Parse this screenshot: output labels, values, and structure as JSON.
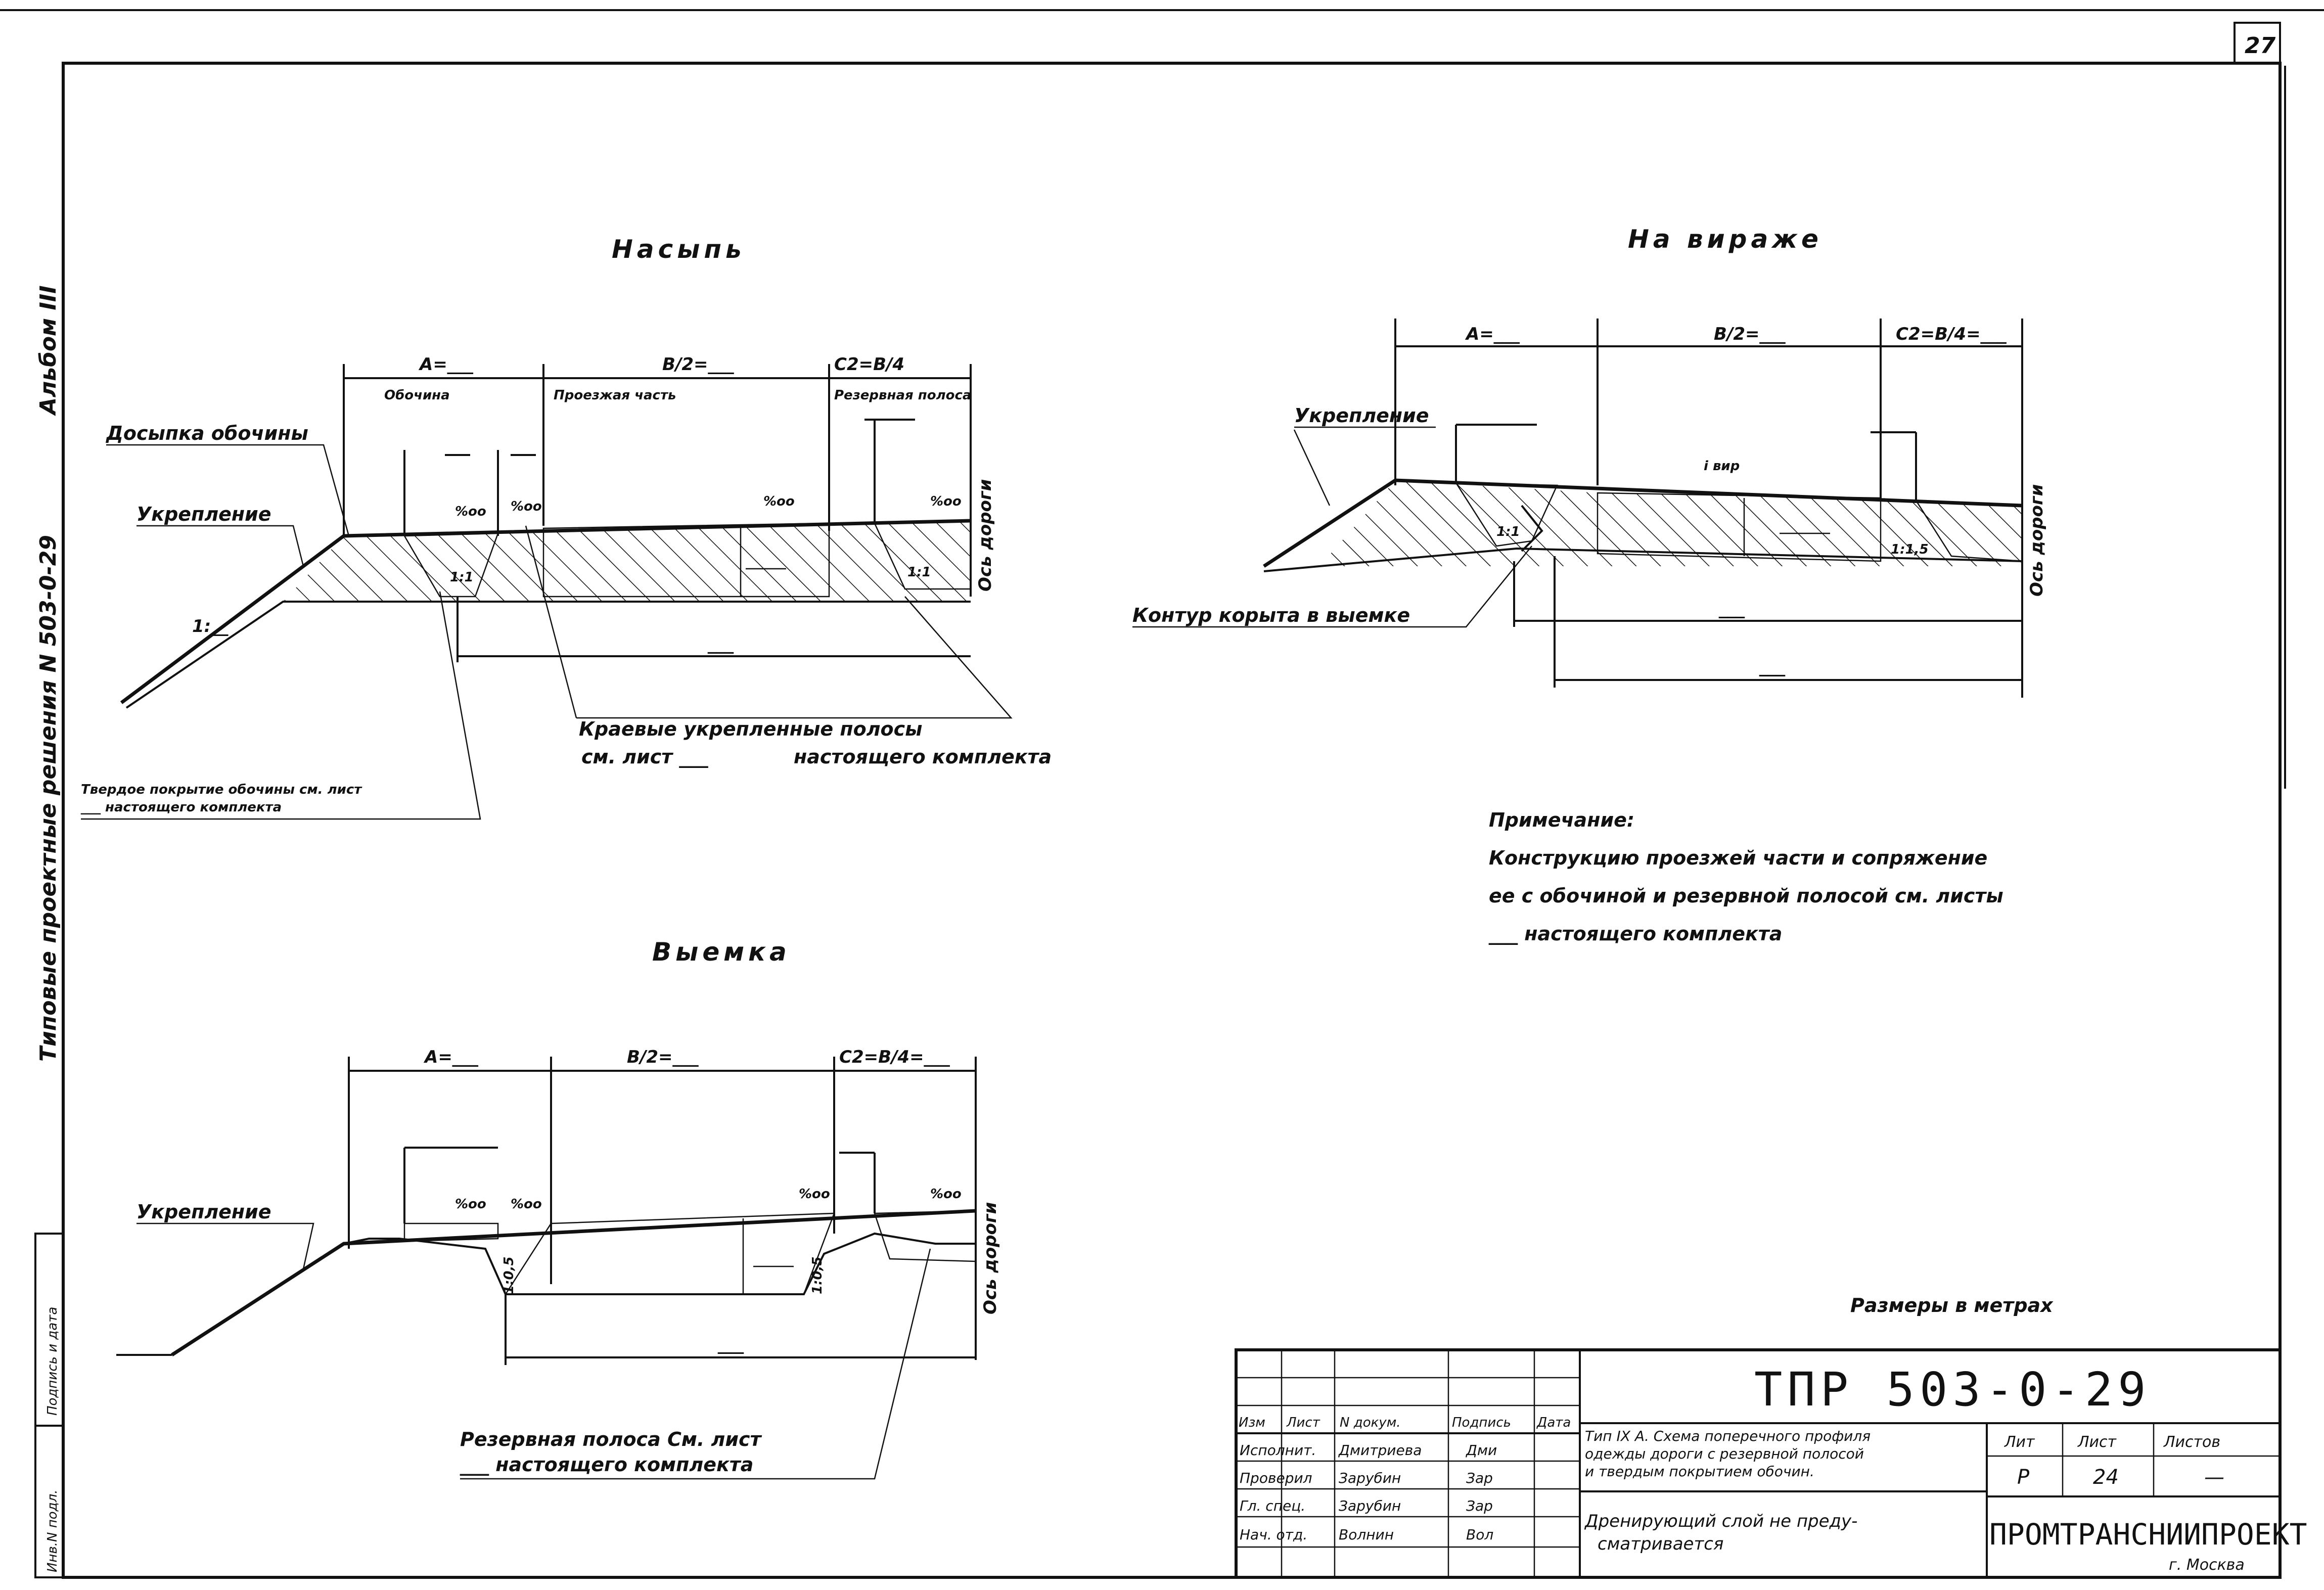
{
  "sheet_number": "27",
  "side_margin": {
    "album": "Альбом III",
    "series": "Типовые проектные решения N 503-0-29",
    "stamp_cells": [
      "Инв.N подл.",
      "Подпись и дата"
    ]
  },
  "section_embankment": {
    "title": "Насыпь",
    "dim_a": "А=___",
    "dim_b": "В/2=___",
    "dim_c": "С2=В/4",
    "shoulder": "Обочина",
    "carriageway": "Проезжая часть",
    "reserve_strip": "Резервная полоса",
    "axis": "Ось дороги",
    "fill_shoulder": "Досыпка обочины",
    "reinforcement": "Укрепление",
    "slope_left": "%oo",
    "slope_mid": "%oo",
    "slope_right": "%oo",
    "slope_far": "%oo",
    "ratio_1": "1:1",
    "ratio_2": "1:1",
    "slope_label": "1:__",
    "width_below": "___",
    "edge_strips_1": "Краевые укрепленные полосы",
    "edge_strips_2_prefix": "см. лист ___",
    "edge_strips_2_suffix": "настоящего комплекта",
    "hard_cover_1": "Твердое покрытие обочины см. лист",
    "hard_cover_2": "___ настоящего комплекта"
  },
  "section_bend": {
    "title": "На вираже",
    "dim_a": "А=___",
    "dim_b": "В/2=___",
    "dim_c": "С2=В/4=___",
    "reinforcement": "Укрепление",
    "slope_label": "i вир",
    "ratio_1": "1:1",
    "ratio_2": "1:1,5",
    "axis": "Ось дороги",
    "contour": "Контур корыта в выемке",
    "width_1": "___",
    "width_2": "___"
  },
  "note": {
    "title": "Примечание:",
    "line1": "Конструкцию проезжей части и сопряжение",
    "line2": "ее с обочиной и резервной полосой см. листы",
    "line3": "___ настоящего комплекта"
  },
  "section_cut": {
    "title": "Выемка",
    "dim_a": "А=___",
    "dim_b": "В/2=___",
    "dim_c": "С2=В/4=___",
    "reinforcement": "Укрепление",
    "slope_left": "%oo",
    "slope_mid": "%oo",
    "slope_right": "%oo",
    "slope_far": "%oo",
    "ratio_1": "1:0,5",
    "ratio_2": "1:0,5",
    "axis": "Ось дороги",
    "width_below": "___",
    "reserve_1": "Резервная полоса См. лист",
    "reserve_2": "___ настоящего комплекта"
  },
  "units_note": "Размеры в метрах",
  "title_block": {
    "code": "ТПР 503-0-29",
    "headers": [
      "Изм",
      "Лист",
      "N докум.",
      "Подпись",
      "Дата"
    ],
    "rows": [
      {
        "role": "Исполнит.",
        "name": "Дмитриева",
        "sig": "Дми"
      },
      {
        "role": "Проверил",
        "name": "Зарубин",
        "sig": "Зар"
      },
      {
        "role": "Гл. спец.",
        "name": "Зарубин",
        "sig": "Зар"
      },
      {
        "role": "Нач. отд.",
        "name": "Волнин",
        "sig": "Вол"
      }
    ],
    "sheet_title_1": "Тип IX А. Схема поперечного профиля",
    "sheet_title_2": "одежды дороги с резервной полосой",
    "sheet_title_3": "и твердым покрытием обочин.",
    "drain_1": "Дренирующий слой не преду-",
    "drain_2": "сматривается",
    "lit_label": "Лит",
    "sheet_label": "Лист",
    "sheets_label": "Листов",
    "lit_value": "Р",
    "sheet_value": "24",
    "sheets_value": "—",
    "org": "ПРОМТРАНСНИИПРОЕКТ",
    "city": "г. Москва"
  },
  "colors": {
    "ink": "#111111",
    "paper": "#ffffff"
  }
}
